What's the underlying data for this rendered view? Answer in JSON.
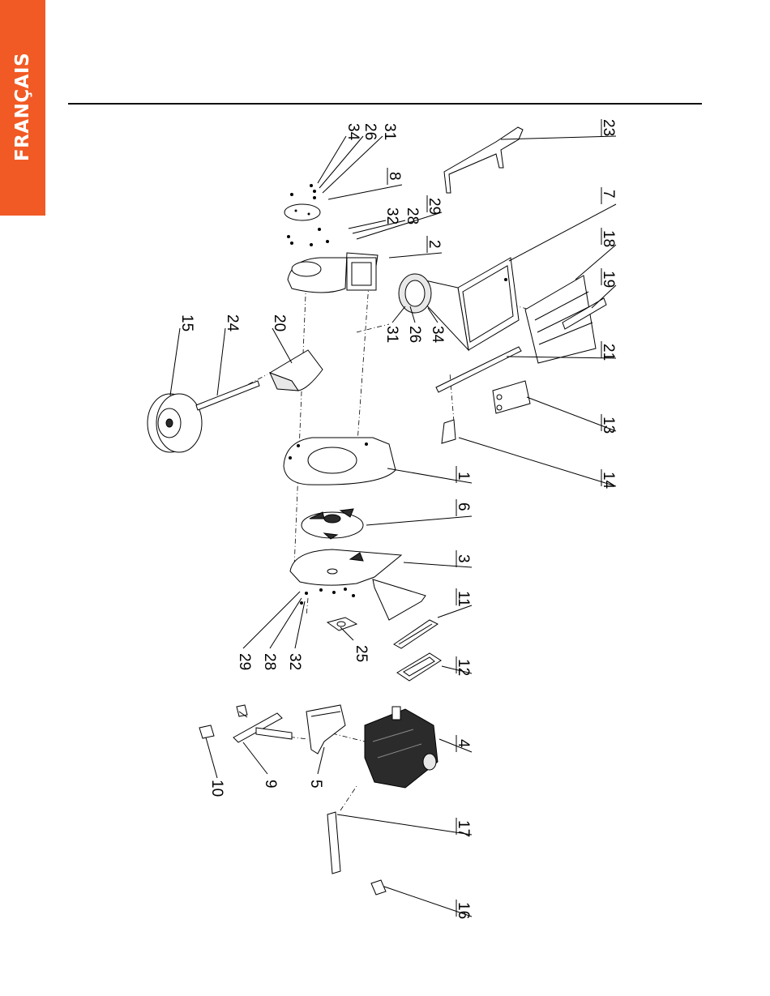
{
  "page": {
    "language_tab": "FRANÇAIS",
    "accent_color": "#f15a24"
  },
  "diagram": {
    "labels": [
      {
        "id": "p1",
        "text": "1"
      },
      {
        "id": "p2",
        "text": "2"
      },
      {
        "id": "p3",
        "text": "3"
      },
      {
        "id": "p4",
        "text": "4"
      },
      {
        "id": "p5",
        "text": "5"
      },
      {
        "id": "p6",
        "text": "6"
      },
      {
        "id": "p7",
        "text": "7"
      },
      {
        "id": "p8",
        "text": "8"
      },
      {
        "id": "p9",
        "text": "9"
      },
      {
        "id": "p10",
        "text": "10"
      },
      {
        "id": "p11",
        "text": "11"
      },
      {
        "id": "p12",
        "text": "12"
      },
      {
        "id": "p13",
        "text": "13"
      },
      {
        "id": "p14",
        "text": "14"
      },
      {
        "id": "p15",
        "text": "15"
      },
      {
        "id": "p16",
        "text": "16"
      },
      {
        "id": "p17",
        "text": "17"
      },
      {
        "id": "p18",
        "text": "18"
      },
      {
        "id": "p19",
        "text": "19"
      },
      {
        "id": "p20",
        "text": "20"
      },
      {
        "id": "p21",
        "text": "21"
      },
      {
        "id": "p23",
        "text": "23"
      },
      {
        "id": "p24",
        "text": "24"
      },
      {
        "id": "p25",
        "text": "25"
      },
      {
        "id": "p26a",
        "text": "26"
      },
      {
        "id": "p26b",
        "text": "26"
      },
      {
        "id": "p28a",
        "text": "28"
      },
      {
        "id": "p28b",
        "text": "28"
      },
      {
        "id": "p29a",
        "text": "29"
      },
      {
        "id": "p29b",
        "text": "29"
      },
      {
        "id": "p31a",
        "text": "31"
      },
      {
        "id": "p31b",
        "text": "31"
      },
      {
        "id": "p32a",
        "text": "32"
      },
      {
        "id": "p32b",
        "text": "32"
      },
      {
        "id": "p34a",
        "text": "34"
      },
      {
        "id": "p34b",
        "text": "34"
      }
    ]
  }
}
